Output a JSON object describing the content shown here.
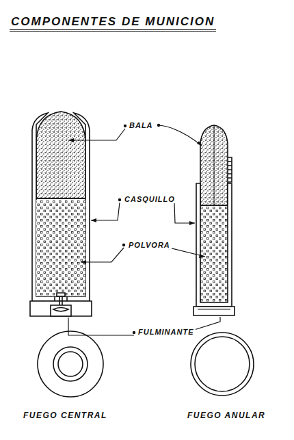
{
  "diagram": {
    "title": "COMPONENTES DE MUNICION",
    "labels": [
      "BALA",
      "CASQUILLO",
      "POLVORA",
      "FULMINANTE",
      "FUEGO CENTRAL",
      "FUEGO ANULAR"
    ]
  }
}
